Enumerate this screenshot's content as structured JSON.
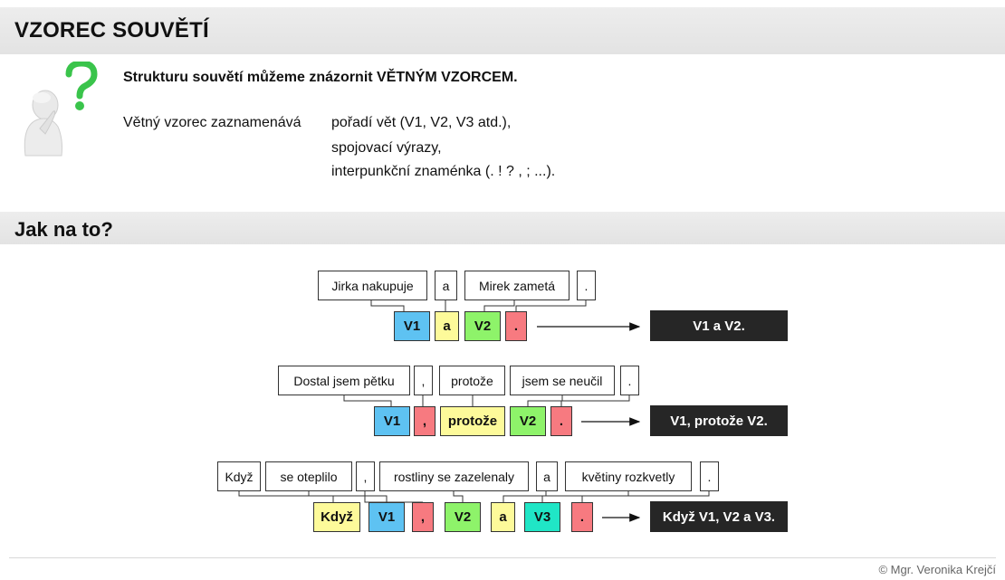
{
  "title": "VZOREC SOUVĚTÍ",
  "intro": {
    "bold_line": "Strukturu souvětí můžeme znázornit VĚTNÝM VZORCEM.",
    "label": "Větný vzorec zaznamenává",
    "line1": "pořadí vět (V1, V2, V3 atd.),",
    "line2": "spojovací výrazy,",
    "line3": "interpunkční znaménka (. ! ? , ; ...)."
  },
  "section_title": "Jak na to?",
  "examples": [
    {
      "parts": [
        "Jirka nakupuje",
        "a",
        "Mirek zametá",
        "."
      ],
      "codes": [
        "V1",
        "a",
        "V2",
        "."
      ],
      "result": "V1 a V2."
    },
    {
      "parts": [
        "Dostal jsem pětku",
        ",",
        "protože",
        "jsem se neučil",
        "."
      ],
      "codes": [
        "V1",
        ",",
        "protože",
        "V2",
        "."
      ],
      "result": "V1, protože V2."
    },
    {
      "parts": [
        "Když",
        "se oteplilo",
        ",",
        "rostliny se zazelenaly",
        "a",
        "květiny rozkvetly",
        "."
      ],
      "codes": [
        "Když",
        "V1",
        ",",
        "V2",
        "a",
        "V3",
        "."
      ],
      "result": "Když V1, V2 a V3."
    }
  ],
  "colors": {
    "clause": "#5ec2f2",
    "connector": "#fdfa9a",
    "clause2": "#8ef36a",
    "punctuation": "#f77a80",
    "clause3": "#20e6c6",
    "result_bg": "#262626"
  },
  "icons": [
    "thinking-person-icon",
    "question-mark-icon",
    "arrow-right-icon"
  ],
  "copyright": "© Mgr. Veronika Krejčí"
}
